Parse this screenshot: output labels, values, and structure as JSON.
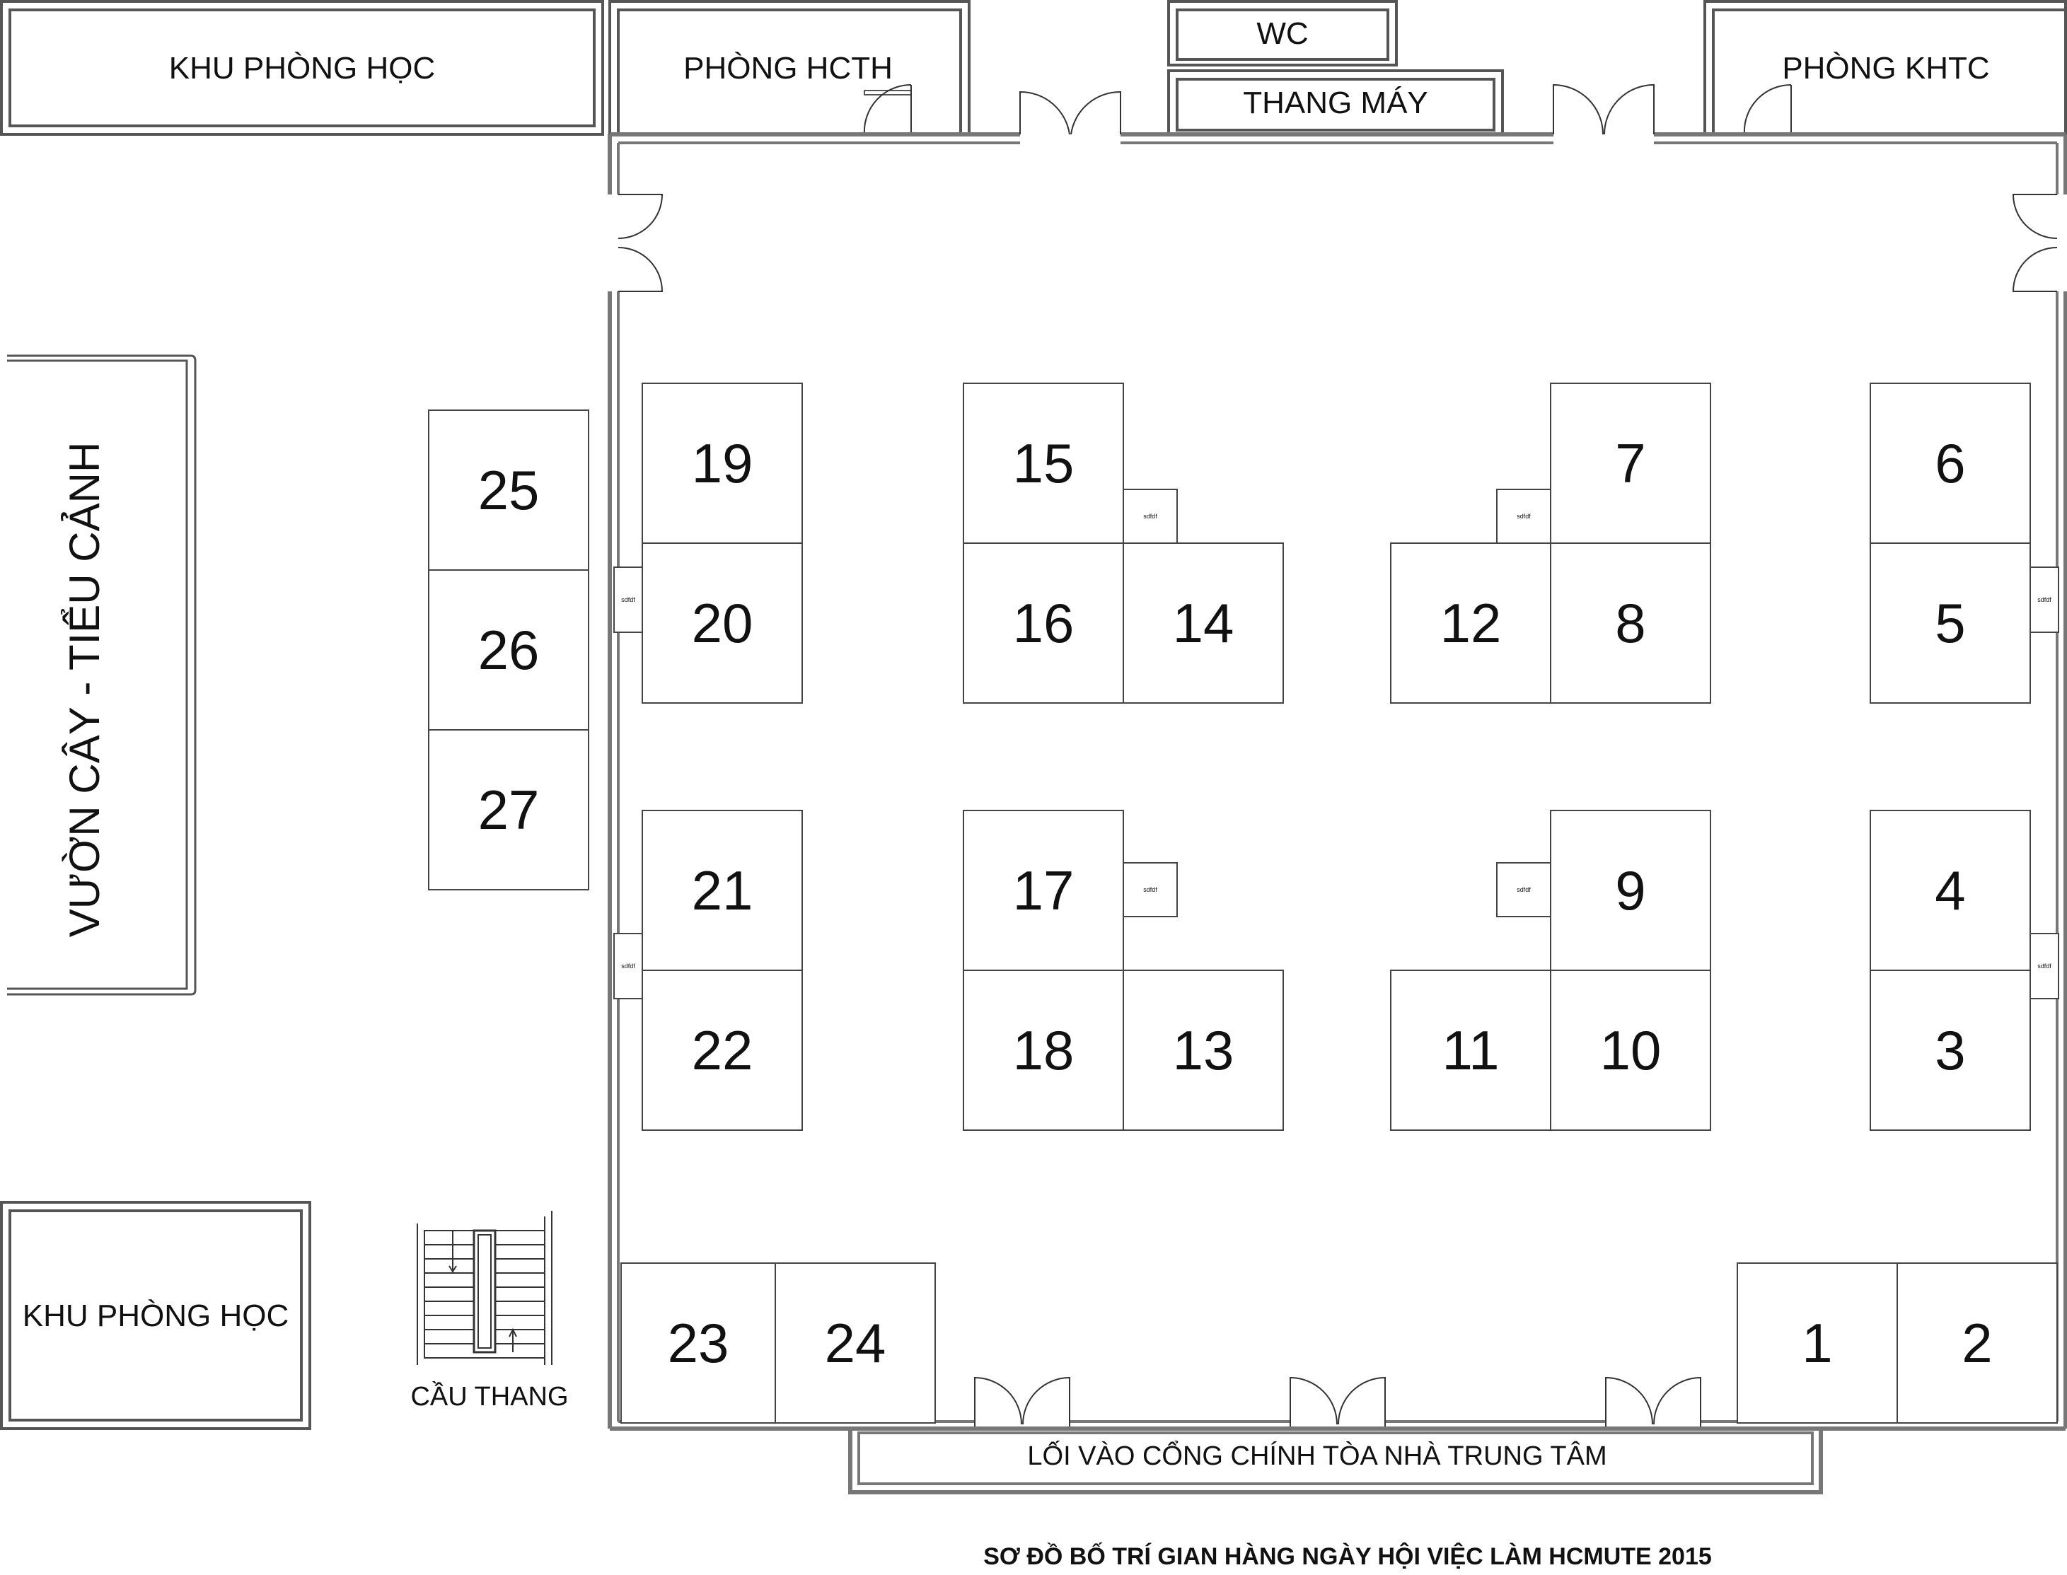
{
  "rooms": {
    "khu_phong_hoc_top": "KHU PHÒNG HỌC",
    "phong_hcth": "PHÒNG HCTH",
    "wc": "WC",
    "thang_may": "THANG MÁY",
    "phong_khtc": "PHÒNG KHTC",
    "garden": "VƯỜN CÂY - TIỂU CẢNH",
    "khu_phong_hoc_bottom": "KHU PHÒNG HỌC",
    "stairs": "CẦU THANG",
    "entrance": "LỐI VÀO CỔNG CHÍNH TÒA NHÀ TRUNG TÂM"
  },
  "small_box_label": "sdfdf",
  "booths": [
    "1",
    "2",
    "3",
    "4",
    "5",
    "6",
    "7",
    "8",
    "9",
    "10",
    "11",
    "12",
    "13",
    "14",
    "15",
    "16",
    "17",
    "18",
    "19",
    "20",
    "21",
    "22",
    "23",
    "24",
    "25",
    "26",
    "27"
  ],
  "caption": "SƠ ĐỒ BỐ TRÍ GIAN HÀNG NGÀY HỘI VIỆC LÀM HCMUTE 2015",
  "colors": {
    "wall": "#7a7a7a",
    "line": "#333333",
    "background": "#ffffff"
  }
}
